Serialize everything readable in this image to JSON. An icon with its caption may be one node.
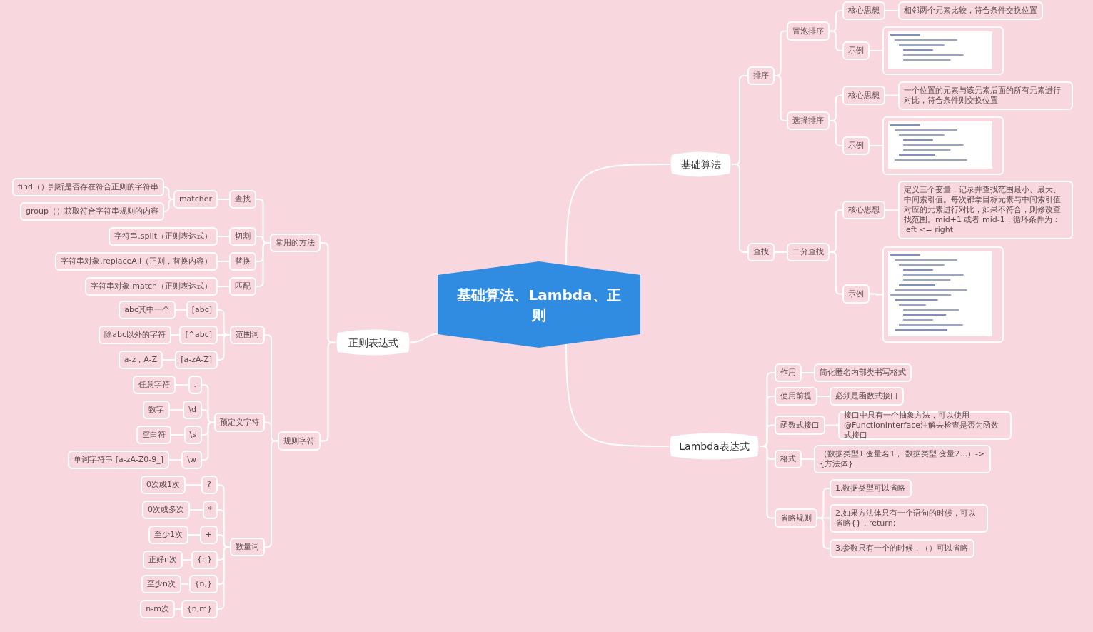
{
  "diagram": {
    "nodes": [
      {
        "text": [
          "基础算法、Lambda、正则"
        ]
      },
      {
        "text": [
          "基础算法"
        ]
      },
      {
        "text": [
          "排序"
        ]
      },
      {
        "text": [
          "冒泡排序"
        ]
      },
      {
        "text": [
          "核心思想"
        ]
      },
      {
        "text": [
          "相邻两个元素比较，符合条件交换位置"
        ]
      },
      {
        "text": [
          "示例"
        ]
      },
      {
        "text": [],
        "shape": "picture"
      },
      {
        "text": [
          "选择排序"
        ]
      },
      {
        "text": [
          "核心思想"
        ]
      },
      {
        "text": [
          "一个位置的元素与该元素后面的所有元素进行对比，符合条件则交换位置"
        ]
      },
      {
        "text": [
          "示例"
        ]
      },
      {
        "text": [],
        "shape": "picture"
      },
      {
        "text": [
          "查找"
        ]
      },
      {
        "text": [
          "二分查找"
        ]
      },
      {
        "text": [
          "核心思想"
        ]
      },
      {
        "text": [
          "定义三个变量，记录并查找范围最小、最大、中间索引值。每次都拿目标元素与中间索引值对应的元素进行对比，如果不符合，则修改查找范围。mid+1 或者 mid-1，循环条件为：left <= right"
        ]
      },
      {
        "text": [
          "示例"
        ]
      },
      {
        "text": [],
        "shape": "picture"
      },
      {
        "text": [
          "Lambda表达式"
        ]
      },
      {
        "text": [
          "作用"
        ]
      },
      {
        "text": [
          "简化匿名内部类书写格式"
        ]
      },
      {
        "text": [
          "使用前提"
        ]
      },
      {
        "text": [
          "必须是函数式接口"
        ]
      },
      {
        "text": [
          "函数式接口"
        ]
      },
      {
        "text": [
          "接口中只有一个抽象方法，可以使用@FunctionInterface注解去检查是否为函数式接口"
        ]
      },
      {
        "text": [
          "格式"
        ]
      },
      {
        "text": [
          "（数据类型1  变量名1， 数据类型  变量2...）->{方法体}"
        ]
      },
      {
        "text": [
          "省略规则"
        ]
      },
      {
        "text": [
          "1.数据类型可以省略"
        ]
      },
      {
        "text": [
          "2.如果方法体只有一个语句的时候，可以省略{}，return;"
        ]
      },
      {
        "text": [
          "3.参数只有一个的时候，（）可以省略"
        ]
      },
      {
        "text": [
          "正则表达式"
        ]
      },
      {
        "text": [
          "常用的方法"
        ]
      },
      {
        "text": [
          "查找"
        ]
      },
      {
        "text": [
          "matcher"
        ]
      },
      {
        "text": [
          "find（）判断是否存在符合正则的字符串"
        ]
      },
      {
        "text": [
          "group（）获取符合字符串规则的内容"
        ]
      },
      {
        "text": [
          "切割"
        ]
      },
      {
        "text": [
          "字符串.split（正则表达式）"
        ]
      },
      {
        "text": [
          "替换"
        ]
      },
      {
        "text": [
          "字符串对象.replaceAll（正则，替换内容）"
        ]
      },
      {
        "text": [
          "匹配"
        ]
      },
      {
        "text": [
          "字符串对象.match（正则表达式）"
        ]
      },
      {
        "text": [
          "规则字符"
        ]
      },
      {
        "text": [
          "范围词"
        ]
      },
      {
        "text": [
          "[abc]"
        ]
      },
      {
        "text": [
          "abc其中一个"
        ]
      },
      {
        "text": [
          "[^abc]"
        ]
      },
      {
        "text": [
          "除abc以外的字符"
        ]
      },
      {
        "text": [
          "[a-zA-Z]"
        ]
      },
      {
        "text": [
          "a-z，A-Z"
        ]
      },
      {
        "text": [
          "预定义字符"
        ]
      },
      {
        "text": [
          "."
        ]
      },
      {
        "text": [
          "任意字符"
        ]
      },
      {
        "text": [
          "\\d"
        ]
      },
      {
        "text": [
          "数字"
        ]
      },
      {
        "text": [
          "\\s"
        ]
      },
      {
        "text": [
          "空白符"
        ]
      },
      {
        "text": [
          "\\w"
        ]
      },
      {
        "text": [
          "单词字符串 [a-zA-Z0-9_]"
        ]
      },
      {
        "text": [
          "数量词"
        ]
      },
      {
        "text": [
          "?"
        ]
      },
      {
        "text": [
          "0次或1次"
        ]
      },
      {
        "text": [
          "*"
        ]
      },
      {
        "text": [
          "0次或多次"
        ]
      },
      {
        "text": [
          "+"
        ]
      },
      {
        "text": [
          "至少1次"
        ]
      },
      {
        "text": [
          "{n}"
        ]
      },
      {
        "text": [
          "正好n次"
        ]
      },
      {
        "text": [
          "{n,}"
        ]
      },
      {
        "text": [
          "至少n次"
        ]
      },
      {
        "text": [
          "{n,m}"
        ]
      },
      {
        "text": [
          "n-m次"
        ]
      }
    ],
    "edges": [
      {
        "from": 0,
        "to": 1,
        "arrow": "none"
      },
      {
        "from": 1,
        "to": 2,
        "arrow": "none"
      },
      {
        "from": 2,
        "to": 3,
        "arrow": "none"
      },
      {
        "from": 3,
        "to": 4,
        "arrow": "none"
      },
      {
        "from": 4,
        "to": 5,
        "arrow": "none"
      },
      {
        "from": 3,
        "to": 6,
        "arrow": "none"
      },
      {
        "from": 6,
        "to": 7,
        "arrow": "none"
      },
      {
        "from": 2,
        "to": 8,
        "arrow": "none"
      },
      {
        "from": 8,
        "to": 9,
        "arrow": "none"
      },
      {
        "from": 9,
        "to": 10,
        "arrow": "none"
      },
      {
        "from": 8,
        "to": 11,
        "arrow": "none"
      },
      {
        "from": 11,
        "to": 12,
        "arrow": "none"
      },
      {
        "from": 1,
        "to": 13,
        "arrow": "none"
      },
      {
        "from": 13,
        "to": 14,
        "arrow": "none"
      },
      {
        "from": 14,
        "to": 15,
        "arrow": "none"
      },
      {
        "from": 15,
        "to": 16,
        "arrow": "none"
      },
      {
        "from": 14,
        "to": 17,
        "arrow": "none"
      },
      {
        "from": 17,
        "to": 18,
        "arrow": "none"
      },
      {
        "from": 0,
        "to": 19,
        "arrow": "none"
      },
      {
        "from": 19,
        "to": 20,
        "arrow": "none"
      },
      {
        "from": 20,
        "to": 21,
        "arrow": "none"
      },
      {
        "from": 19,
        "to": 22,
        "arrow": "none"
      },
      {
        "from": 22,
        "to": 23,
        "arrow": "none"
      },
      {
        "from": 19,
        "to": 24,
        "arrow": "none"
      },
      {
        "from": 24,
        "to": 25,
        "arrow": "none"
      },
      {
        "from": 19,
        "to": 26,
        "arrow": "none"
      },
      {
        "from": 26,
        "to": 27,
        "arrow": "none"
      },
      {
        "from": 19,
        "to": 28,
        "arrow": "none"
      },
      {
        "from": 28,
        "to": 29,
        "arrow": "none"
      },
      {
        "from": 28,
        "to": 30,
        "arrow": "none"
      },
      {
        "from": 28,
        "to": 31,
        "arrow": "none"
      },
      {
        "from": 0,
        "to": 32,
        "arrow": "none"
      },
      {
        "from": 32,
        "to": 33,
        "arrow": "none"
      },
      {
        "from": 33,
        "to": 34,
        "arrow": "none"
      },
      {
        "from": 34,
        "to": 35,
        "arrow": "none"
      },
      {
        "from": 35,
        "to": 36,
        "arrow": "none"
      },
      {
        "from": 35,
        "to": 37,
        "arrow": "none"
      },
      {
        "from": 33,
        "to": 38,
        "arrow": "none"
      },
      {
        "from": 38,
        "to": 39,
        "arrow": "none"
      },
      {
        "from": 33,
        "to": 40,
        "arrow": "none"
      },
      {
        "from": 40,
        "to": 41,
        "arrow": "none"
      },
      {
        "from": 33,
        "to": 42,
        "arrow": "none"
      },
      {
        "from": 42,
        "to": 43,
        "arrow": "none"
      },
      {
        "from": 32,
        "to": 44,
        "arrow": "none"
      },
      {
        "from": 44,
        "to": 45,
        "arrow": "none"
      },
      {
        "from": 45,
        "to": 46,
        "arrow": "none"
      },
      {
        "from": 46,
        "to": 47,
        "arrow": "none"
      },
      {
        "from": 45,
        "to": 48,
        "arrow": "none"
      },
      {
        "from": 48,
        "to": 49,
        "arrow": "none"
      },
      {
        "from": 45,
        "to": 50,
        "arrow": "none"
      },
      {
        "from": 50,
        "to": 51,
        "arrow": "none"
      },
      {
        "from": 44,
        "to": 52,
        "arrow": "none"
      },
      {
        "from": 52,
        "to": 53,
        "arrow": "none"
      },
      {
        "from": 53,
        "to": 54,
        "arrow": "none"
      },
      {
        "from": 52,
        "to": 55,
        "arrow": "none"
      },
      {
        "from": 55,
        "to": 56,
        "arrow": "none"
      },
      {
        "from": 52,
        "to": 57,
        "arrow": "none"
      },
      {
        "from": 57,
        "to": 58,
        "arrow": "none"
      },
      {
        "from": 52,
        "to": 59,
        "arrow": "none"
      },
      {
        "from": 59,
        "to": 60,
        "arrow": "none"
      },
      {
        "from": 44,
        "to": 61,
        "arrow": "none"
      },
      {
        "from": 61,
        "to": 62,
        "arrow": "none"
      },
      {
        "from": 62,
        "to": 63,
        "arrow": "none"
      },
      {
        "from": 61,
        "to": 64,
        "arrow": "none"
      },
      {
        "from": 64,
        "to": 65,
        "arrow": "none"
      },
      {
        "from": 61,
        "to": 66,
        "arrow": "none"
      },
      {
        "from": 66,
        "to": 67,
        "arrow": "none"
      },
      {
        "from": 61,
        "to": 68,
        "arrow": "none"
      },
      {
        "from": 68,
        "to": 69,
        "arrow": "none"
      },
      {
        "from": 61,
        "to": 70,
        "arrow": "none"
      },
      {
        "from": 70,
        "to": 71,
        "arrow": "none"
      },
      {
        "from": 61,
        "to": 72,
        "arrow": "none"
      },
      {
        "from": 72,
        "to": 73,
        "arrow": "none"
      }
    ]
  }
}
